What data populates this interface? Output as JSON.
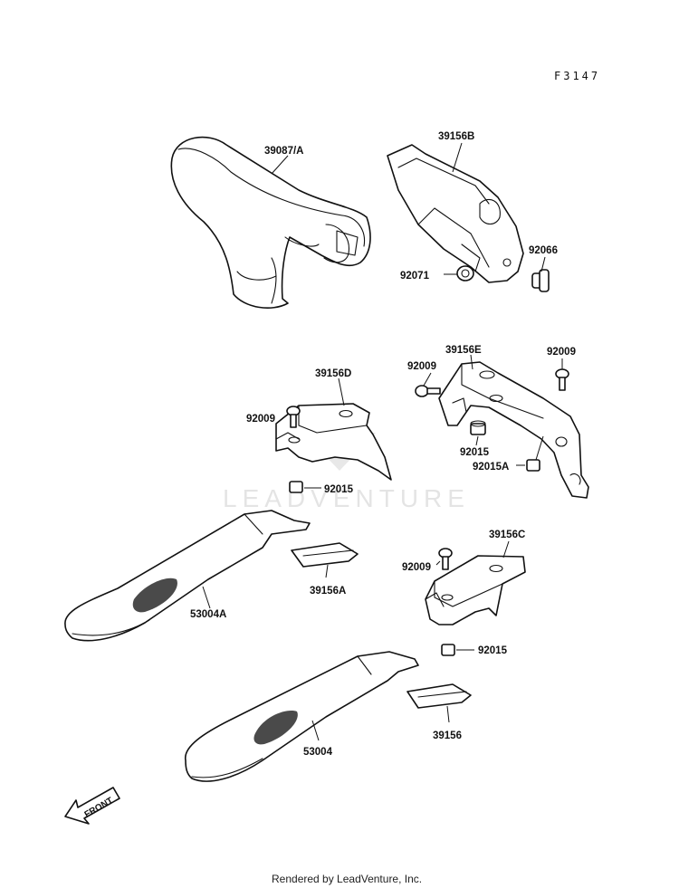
{
  "diagram_code": "F3147",
  "watermark": "LEADVENTURE",
  "footer": "Rendered by LeadVenture, Inc.",
  "front_arrow_label": "FRONT",
  "parts": {
    "p39087A": "39087/A",
    "p39156B": "39156B",
    "p92066": "92066",
    "p92071": "92071",
    "p39156D": "39156D",
    "p92009_d": "92009",
    "p92015_d": "92015",
    "p39156E": "39156E",
    "p92009_e1": "92009",
    "p92009_e2": "92009",
    "p92015_e": "92015",
    "p92015A": "92015A",
    "p53004A": "53004A",
    "p39156A": "39156A",
    "p39156C": "39156C",
    "p92009_c": "92009",
    "p92015_c": "92015",
    "p53004": "53004",
    "p39156": "39156"
  }
}
